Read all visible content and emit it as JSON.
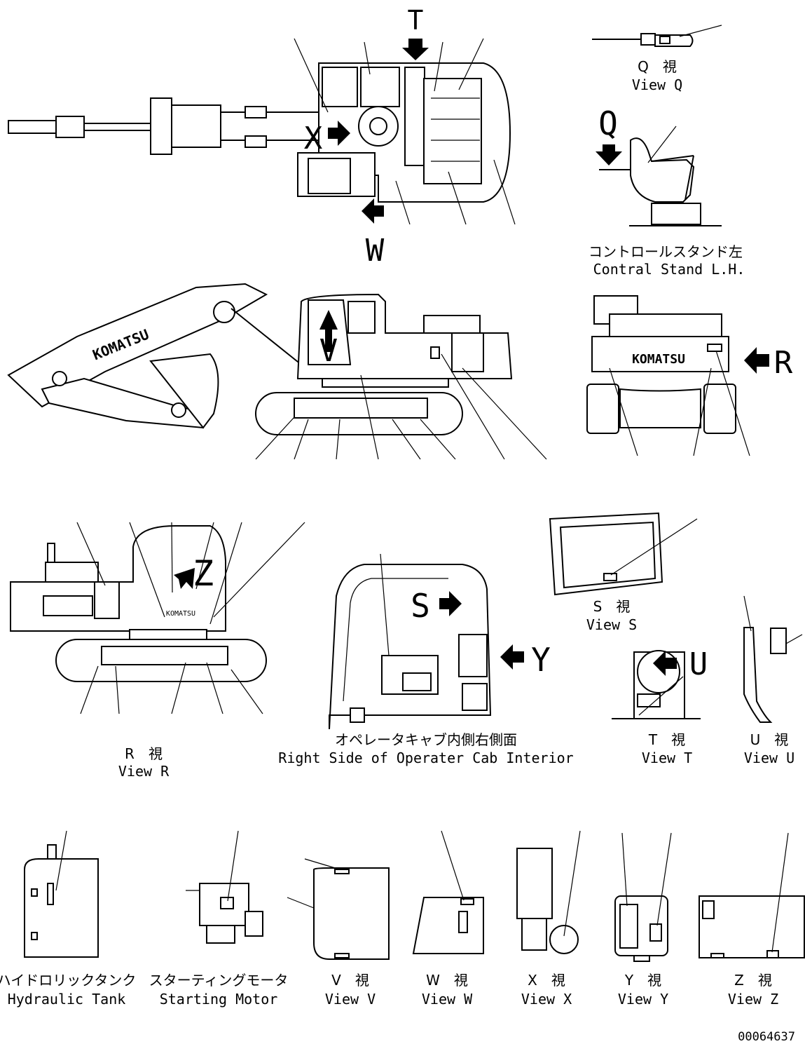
{
  "views": {
    "q": {
      "letter": "Q",
      "jp": "Q　視",
      "en": "View Q"
    },
    "r": {
      "letter": "R",
      "jp": "R　視",
      "en": "View R"
    },
    "s": {
      "letter": "S",
      "jp": "S　視",
      "en": "View S"
    },
    "t": {
      "letter": "T",
      "jp": "T　視",
      "en": "View T"
    },
    "u": {
      "letter": "U",
      "jp": "U　視",
      "en": "View U"
    },
    "v": {
      "letter": "V",
      "jp": "V　視",
      "en": "View V"
    },
    "w": {
      "letter": "W",
      "jp": "W　視",
      "en": "View W"
    },
    "x": {
      "letter": "X",
      "jp": "X　視",
      "en": "View X"
    },
    "y": {
      "letter": "Y",
      "jp": "Y　視",
      "en": "View Y"
    },
    "z": {
      "letter": "Z",
      "jp": "Z　視",
      "en": "View Z"
    }
  },
  "control_stand": {
    "jp": "コントロールスタンド左",
    "en": "Contral Stand L.H."
  },
  "cab_interior": {
    "jp": "オペレータキャブ内側右側面",
    "en": "Right Side of Operater Cab Interior"
  },
  "hydraulic_tank": {
    "jp": "ハイドロリックタンク",
    "en": "Hydraulic Tank"
  },
  "starting_motor": {
    "jp": "スターティングモータ",
    "en": "Starting Motor"
  },
  "brand": "KOMATSU",
  "drawing_number": "00064637"
}
